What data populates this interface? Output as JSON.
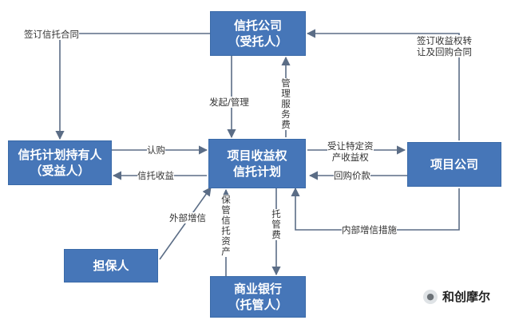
{
  "nodes": {
    "trust_company": "信托公司\n（受托人）",
    "holder": "信托计划持有人\n（受益人）",
    "plan": "项目收益权\n信托计划",
    "project_company": "项目公司",
    "guarantor": "担保人",
    "bank": "商业银行\n（托管人）"
  },
  "labels": {
    "sign_trust_contract": "签订信托合同",
    "sign_transfer": "签订收益权转\n让及回购合同",
    "initiate_manage": "发起/管理",
    "management_fee": "管理服务费",
    "subscribe": "认购",
    "trust_income": "信托收益",
    "transfer_rights": "受让特定资\n产收益权",
    "buyback_price": "回购价款",
    "external_credit": "外部增信",
    "internal_credit": "内部增信措施",
    "custody_assets": "保管信托资产",
    "custody_fee": "托管费"
  },
  "colors": {
    "node_fill": "#4676b8",
    "line": "#5b6d86"
  },
  "watermark": {
    "icon": "wechat-icon",
    "text": "和创摩尔"
  }
}
